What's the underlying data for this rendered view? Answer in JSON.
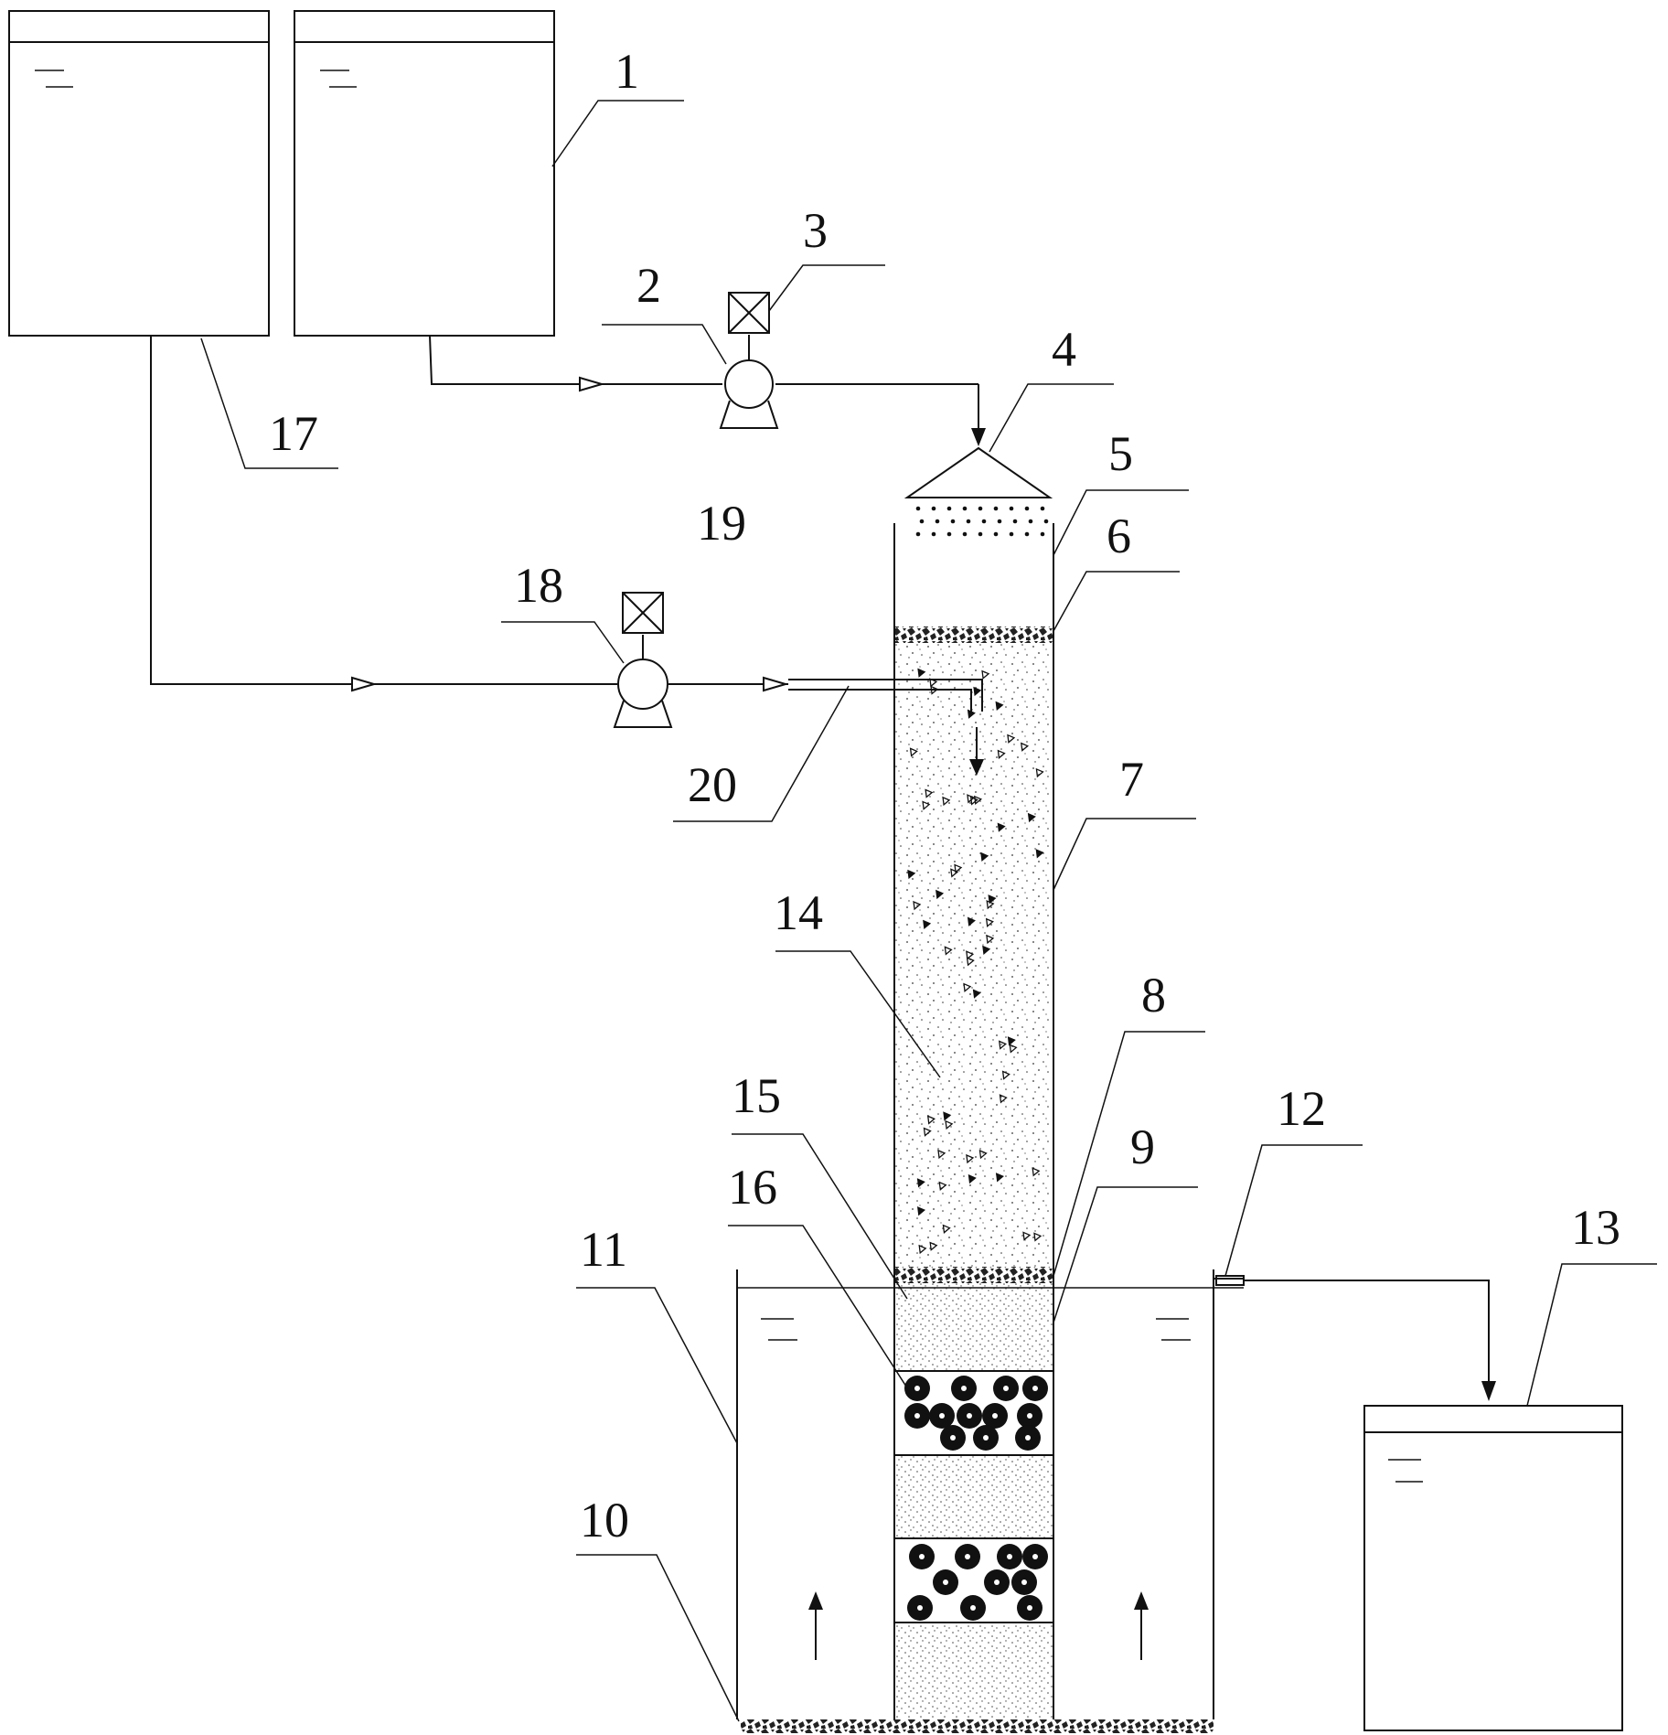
{
  "labels": {
    "l1": "1",
    "l2": "2",
    "l3": "3",
    "l4": "4",
    "l5": "5",
    "l6": "6",
    "l7": "7",
    "l8": "8",
    "l9": "9",
    "l10": "10",
    "l11": "11",
    "l12": "12",
    "l13": "13",
    "l14": "14",
    "l15": "15",
    "l16": "16",
    "l17": "17",
    "l18": "18",
    "l19": "19",
    "l20": "20"
  },
  "colors": {
    "line": "#111111",
    "background": "#ffffff"
  }
}
